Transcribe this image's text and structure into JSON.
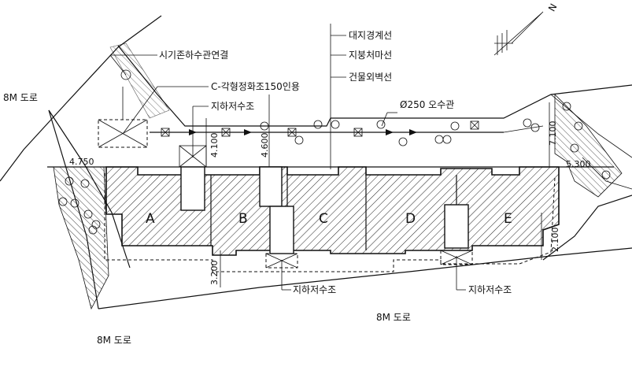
{
  "labels": {
    "existing_sewer": "시기존하수관연결",
    "septic": "C-각형정화조150인용",
    "underground_tank_top": "지하저수조",
    "boundary": "대지경계선",
    "roof_eave": "지붕처마선",
    "outer_wall": "건물외벽선",
    "sewer_pipe": "Ø250 오수관",
    "tank_bottom_left": "지하저수조",
    "tank_bottom_right": "지하저수조",
    "road_left_top": "8M 도로",
    "road_bottom_mid": "8M 도로",
    "road_bottom_left": "8M 도로"
  },
  "dimensions": {
    "d_4750": "4.750",
    "d_4100": "4.100",
    "d_4600": "4.600",
    "d_7100": "7.100",
    "d_5300": "5.300",
    "d_3200": "3.200",
    "d_2100": "2.100"
  },
  "blocks": [
    "A",
    "B",
    "C",
    "D",
    "E"
  ],
  "north_symbol": "N"
}
